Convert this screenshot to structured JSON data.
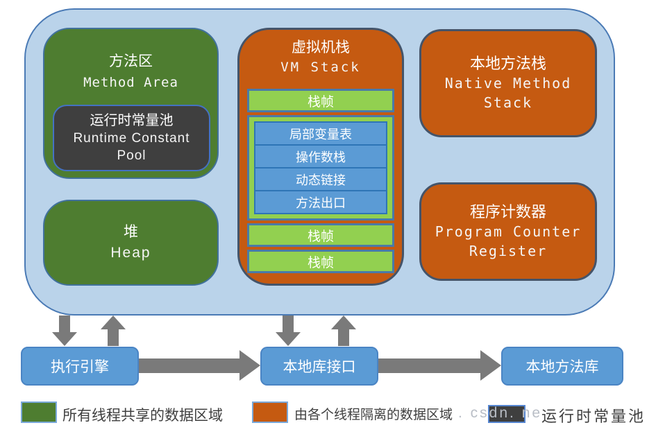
{
  "runtime_data_area": {
    "method_area": {
      "zh": "方法区",
      "en": "Method Area"
    },
    "runtime_constant_pool": {
      "zh": "运行时常量池",
      "en1": "Runtime Constant",
      "en2": "Pool"
    },
    "heap": {
      "zh": "堆",
      "en": "Heap"
    },
    "vm_stack": {
      "zh": "虚拟机栈",
      "en": "VM Stack",
      "frame_label": "栈帧",
      "frame_parts": [
        "局部变量表",
        "操作数栈",
        "动态链接",
        "方法出口"
      ]
    },
    "native_method_stack": {
      "zh": "本地方法栈",
      "en1": "Native Method",
      "en2": "Stack"
    },
    "program_counter_register": {
      "zh": "程序计数器",
      "en1": "Program Counter",
      "en2": "Register"
    }
  },
  "engine_row": {
    "execution_engine": "执行引擎",
    "native_library_interface": "本地库接口",
    "native_method_library": "本地方法库"
  },
  "legend": {
    "shared": {
      "label": "所有线程共享的数据区域",
      "color": "#4e7d30"
    },
    "isolated": {
      "label": "由各个线程隔离的数据区域",
      "color": "#c55a11"
    },
    "constant_pool": {
      "label": "运行时常量池",
      "color": "#3f3f3f"
    }
  },
  "watermark": ". csdn. ne",
  "colors": {
    "container_bg": "#bad3ea",
    "container_border": "#4a7ab5",
    "green": "#4e7d30",
    "orange": "#c55a11",
    "dark": "#3f3f3f",
    "light_green": "#92d050",
    "blue_bar": "#5b9bd5",
    "bottom_box": "#5b9bd5",
    "arrow": "#7a7a7a"
  }
}
